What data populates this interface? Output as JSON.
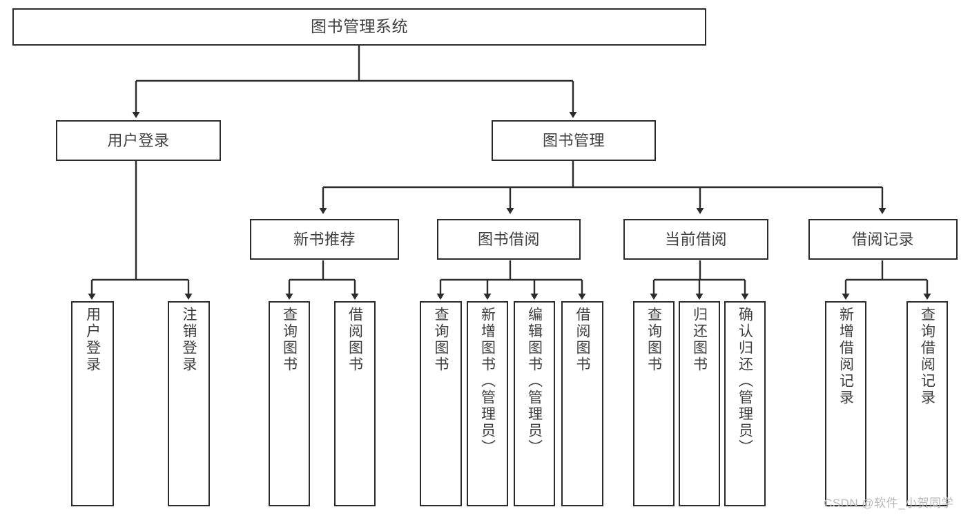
{
  "diagram": {
    "title": "图书管理系统",
    "type": "tree-hierarchy",
    "watermark": "CSDN @软件_小贺同学",
    "stroke_color": "#2b2b2b",
    "text_color": "#3f3f3f",
    "background": "#ffffff"
  },
  "nodes": {
    "root": {
      "label": "图书管理系统"
    },
    "level2": [
      {
        "label": "用户登录"
      },
      {
        "label": "图书管理"
      }
    ],
    "level3": [
      {
        "label": "新书推荐"
      },
      {
        "label": "图书借阅"
      },
      {
        "label": "当前借阅"
      },
      {
        "label": "借阅记录"
      }
    ],
    "leaves": {
      "user_login": [
        {
          "label": "用户登录"
        },
        {
          "label": "注销登录"
        }
      ],
      "new_book_recommend": [
        {
          "label": "查询图书"
        },
        {
          "label": "借阅图书"
        }
      ],
      "book_borrow": [
        {
          "label": "查询图书"
        },
        {
          "label": "新增图书（管理员）"
        },
        {
          "label": "编辑图书（管理员）"
        },
        {
          "label": "借阅图书"
        }
      ],
      "current_borrow": [
        {
          "label": "查询图书"
        },
        {
          "label": "归还图书"
        },
        {
          "label": "确认归还（管理员）"
        }
      ],
      "borrow_record": [
        {
          "label": "新增借阅记录"
        },
        {
          "label": "查询借阅记录"
        }
      ]
    }
  }
}
